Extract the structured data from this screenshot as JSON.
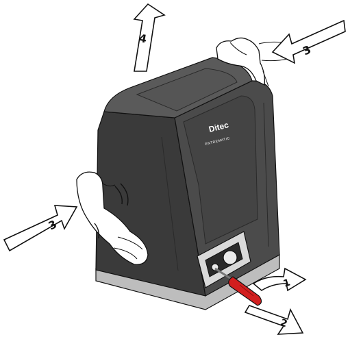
{
  "brand": {
    "name": "Ditec",
    "subname": "ENTREMATIC"
  },
  "steps": [
    {
      "label": "1"
    },
    {
      "label": "2"
    },
    {
      "label": "3"
    },
    {
      "label": "3"
    },
    {
      "label": "4"
    }
  ],
  "colors": {
    "housing_front": "#4b4b4b",
    "housing_side": "#3a3a3a",
    "housing_top": "#5a5a5a",
    "base": "#bdbdbd",
    "screwdriver_handle": "#d21f1f",
    "arrow_fill": "#ffffff",
    "outline": "#111111"
  },
  "icons": {
    "hand_right": "hand-pressing-icon",
    "hand_top": "hand-gripping-icon",
    "screwdriver": "screwdriver-icon"
  }
}
